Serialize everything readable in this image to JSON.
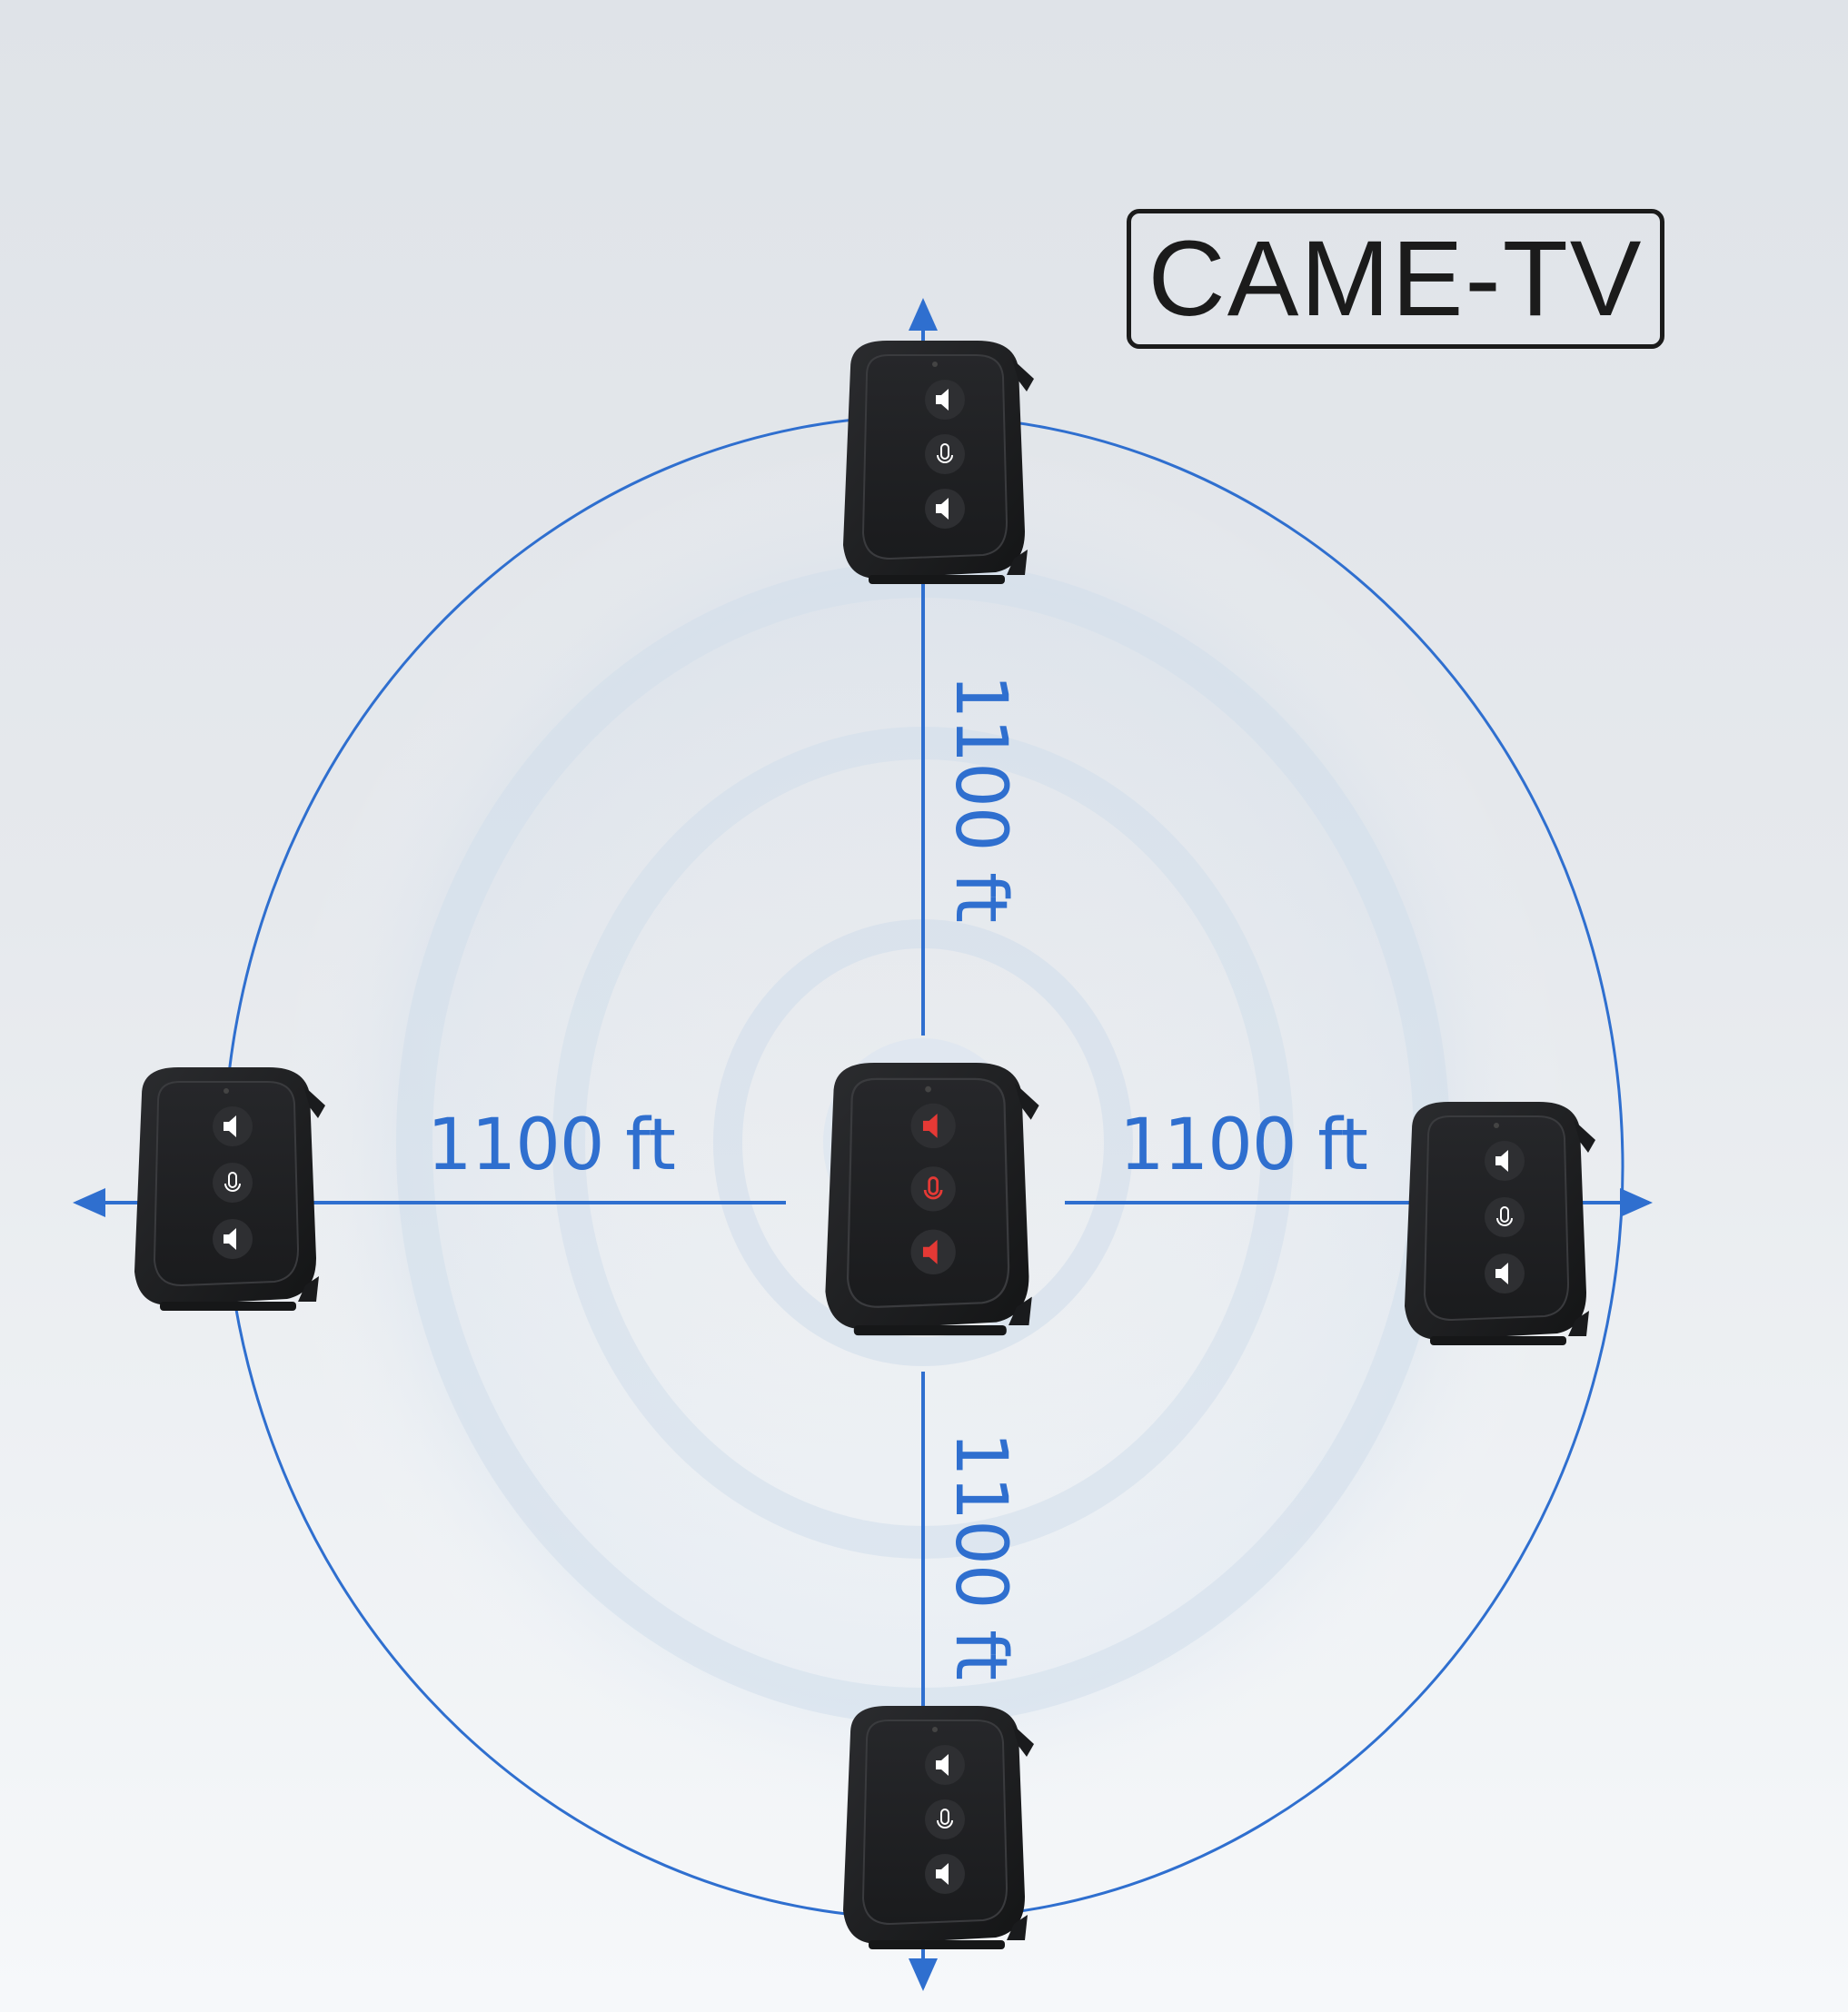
{
  "brand": {
    "logo_text": "CAME-TV"
  },
  "distances": {
    "top": "1100 ft",
    "left": "1100 ft",
    "right": "1100 ft",
    "bottom": "1100 ft"
  },
  "colors": {
    "accent_blue": "#2f6fcf",
    "device_body": "#1e1f21",
    "active_button": "#e53935"
  },
  "devices": [
    {
      "position": "center",
      "state": "active",
      "buttons": [
        "volume-up-icon",
        "mic-mute-icon",
        "volume-down-icon"
      ]
    },
    {
      "position": "top",
      "state": "idle",
      "buttons": [
        "volume-up-icon",
        "mic-mute-icon",
        "volume-down-icon"
      ]
    },
    {
      "position": "left",
      "state": "idle",
      "buttons": [
        "volume-up-icon",
        "mic-mute-icon",
        "volume-down-icon"
      ]
    },
    {
      "position": "right",
      "state": "idle",
      "buttons": [
        "volume-up-icon",
        "mic-mute-icon",
        "volume-down-icon"
      ]
    },
    {
      "position": "bottom",
      "state": "idle",
      "buttons": [
        "volume-up-icon",
        "mic-mute-icon",
        "volume-down-icon"
      ]
    }
  ]
}
